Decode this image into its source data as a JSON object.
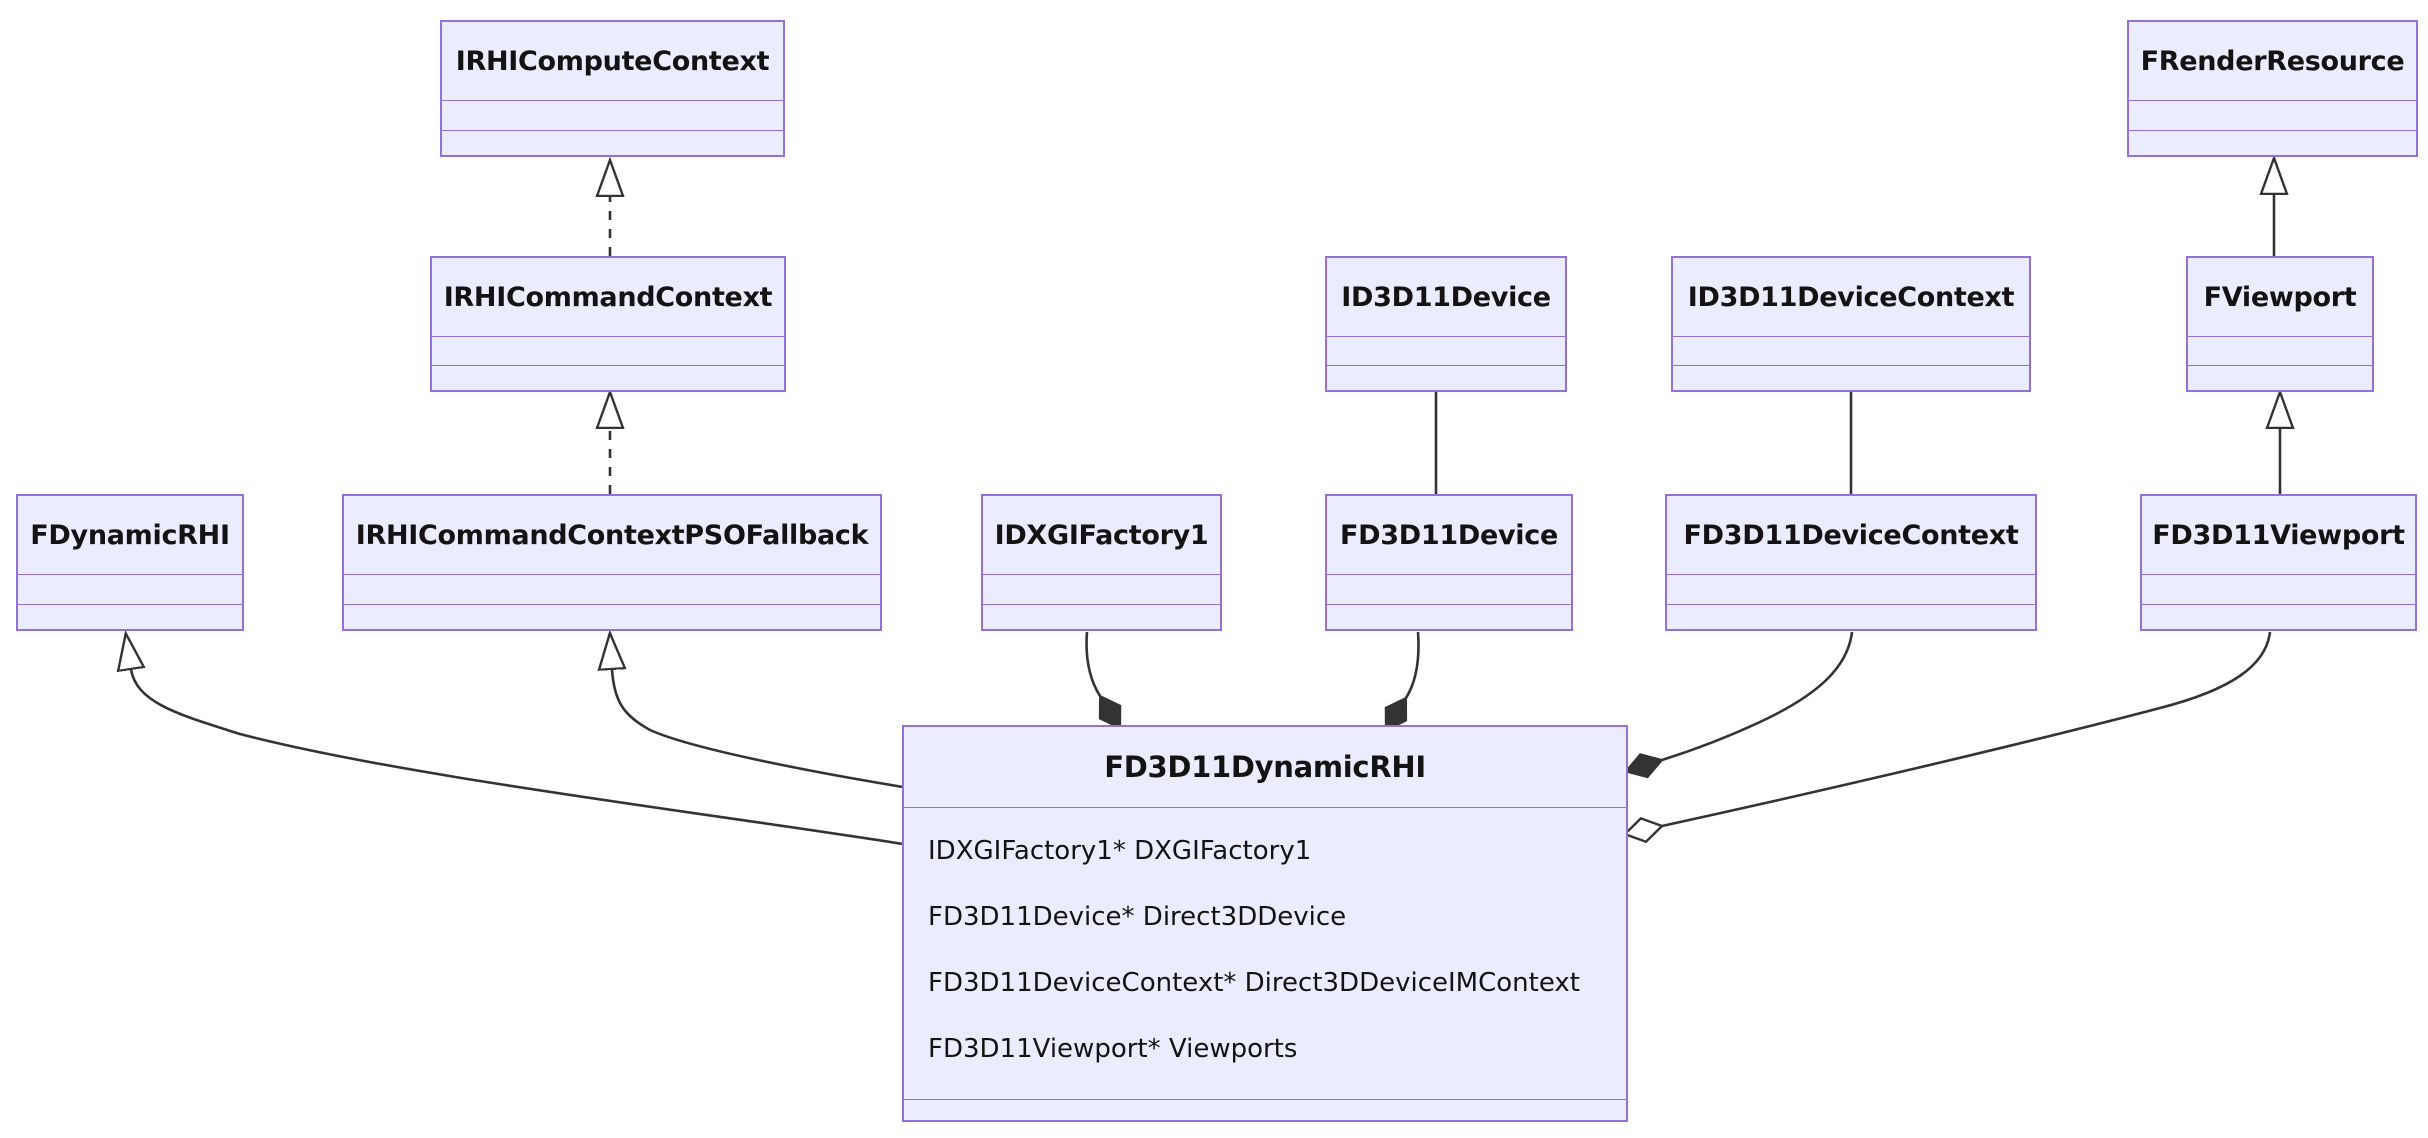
{
  "diagram": {
    "kind": "uml-class-diagram",
    "colors": {
      "node_fill": "#ECECFF",
      "node_border": "#9370DB",
      "edge": "#333333",
      "text": "#131313",
      "background": "#FFFFFF"
    },
    "classes": {
      "irhi_compute_context": {
        "name": "IRHIComputeContext"
      },
      "irhi_command_context": {
        "name": "IRHICommandContext"
      },
      "fdynamic_rhi": {
        "name": "FDynamicRHI"
      },
      "irhi_command_context_pso_fallback": {
        "name": "IRHICommandContextPSOFallback"
      },
      "idxgi_factory1": {
        "name": "IDXGIFactory1"
      },
      "id3d11_device": {
        "name": "ID3D11Device"
      },
      "fd3d11_device": {
        "name": "FD3D11Device"
      },
      "id3d11_device_context": {
        "name": "ID3D11DeviceContext"
      },
      "fd3d11_device_context": {
        "name": "FD3D11DeviceContext"
      },
      "frender_resource": {
        "name": "FRenderResource"
      },
      "fviewport": {
        "name": "FViewport"
      },
      "fd3d11_viewport": {
        "name": "FD3D11Viewport"
      },
      "fd3d11_dynamic_rhi": {
        "name": "FD3D11DynamicRHI",
        "attributes": [
          "IDXGIFactory1* DXGIFactory1",
          "FD3D11Device* Direct3DDevice",
          "FD3D11DeviceContext* Direct3DDeviceIMContext",
          "FD3D11Viewport* Viewports"
        ]
      }
    },
    "relationships": [
      {
        "from": "IRHICommandContext",
        "to": "IRHIComputeContext",
        "type": "realization-dashed-hollow-triangle"
      },
      {
        "from": "IRHICommandContextPSOFallback",
        "to": "IRHICommandContext",
        "type": "realization-dashed-hollow-triangle"
      },
      {
        "from": "FD3D11DynamicRHI",
        "to": "FDynamicRHI",
        "type": "inheritance-hollow-triangle"
      },
      {
        "from": "FD3D11DynamicRHI",
        "to": "IRHICommandContextPSOFallback",
        "type": "inheritance-hollow-triangle"
      },
      {
        "from": "FD3D11DynamicRHI",
        "to": "IDXGIFactory1",
        "type": "composition-filled-diamond"
      },
      {
        "from": "FD3D11DynamicRHI",
        "to": "FD3D11Device",
        "type": "composition-filled-diamond"
      },
      {
        "from": "FD3D11DynamicRHI",
        "to": "FD3D11DeviceContext",
        "type": "composition-filled-diamond"
      },
      {
        "from": "FD3D11DynamicRHI",
        "to": "FD3D11Viewport",
        "type": "aggregation-hollow-diamond"
      },
      {
        "from": "ID3D11Device",
        "to": "FD3D11Device",
        "type": "association-plain-line"
      },
      {
        "from": "ID3D11DeviceContext",
        "to": "FD3D11DeviceContext",
        "type": "association-plain-line"
      },
      {
        "from": "FViewport",
        "to": "FRenderResource",
        "type": "inheritance-hollow-triangle"
      },
      {
        "from": "FD3D11Viewport",
        "to": "FViewport",
        "type": "inheritance-hollow-triangle"
      }
    ]
  }
}
